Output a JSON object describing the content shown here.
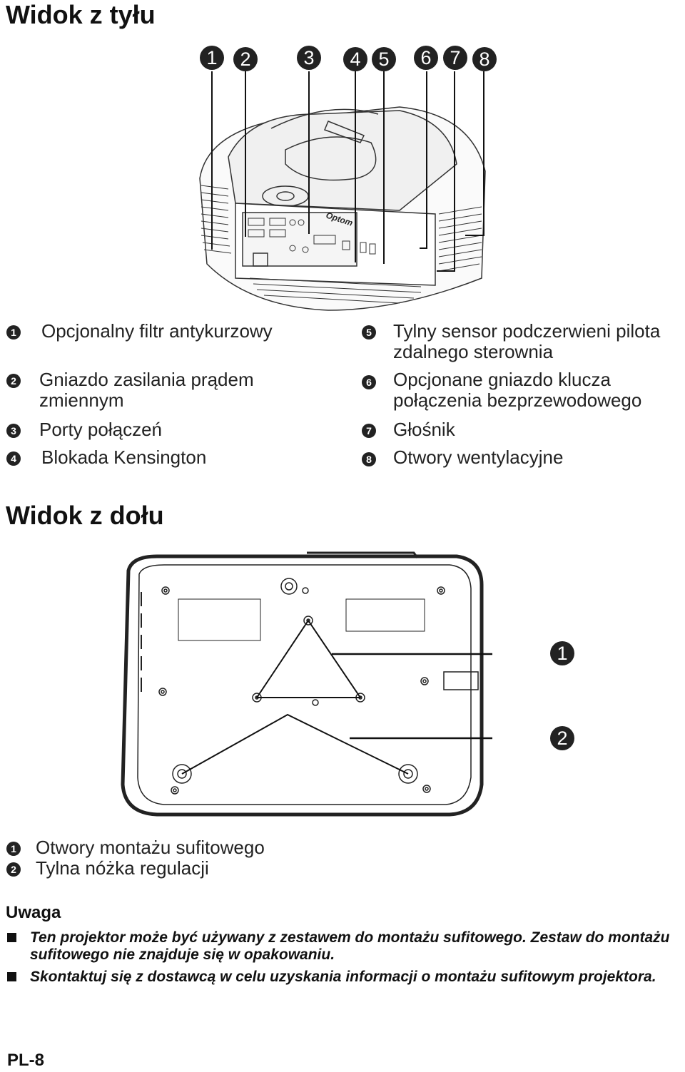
{
  "rear_view": {
    "title": "Widok z tyłu",
    "callouts": [
      "1",
      "2",
      "3",
      "4",
      "5",
      "6",
      "7",
      "8"
    ],
    "items": [
      {
        "num": "1",
        "text": "Opcjonalny filtr antykurzowy"
      },
      {
        "num": "2",
        "text": "Gniazdo zasilania prądem\nzmiennym"
      },
      {
        "num": "3",
        "text": "Porty połączeń"
      },
      {
        "num": "4",
        "text": "Blokada Kensington"
      },
      {
        "num": "5",
        "text": "Tylny sensor podczerwieni pilota\nzdalnego sterownia"
      },
      {
        "num": "6",
        "text": "Opcjonane gniazdo klucza\npołączenia bezprzewodowego"
      },
      {
        "num": "7",
        "text": "Głośnik"
      },
      {
        "num": "8",
        "text": "Otwory wentylacyjne"
      }
    ],
    "logo_text": "Optoma"
  },
  "bottom_view": {
    "title": "Widok z dołu",
    "callouts": [
      "1",
      "2"
    ],
    "items": [
      {
        "num": "1",
        "text": "Otwory montażu sufitowego"
      },
      {
        "num": "2",
        "text": "Tylna nóżka regulacji"
      }
    ]
  },
  "note": {
    "title": "Uwaga",
    "bullets": [
      "Ten projektor może być używany z zestawem do montażu sufitowego. Zestaw do montażu sufitowego nie znajduje się w opakowaniu.",
      "Skontaktuj się z dostawcą w celu uzyskania informacji o montażu sufitowym projektora."
    ]
  },
  "page": {
    "number": "PL-8"
  }
}
